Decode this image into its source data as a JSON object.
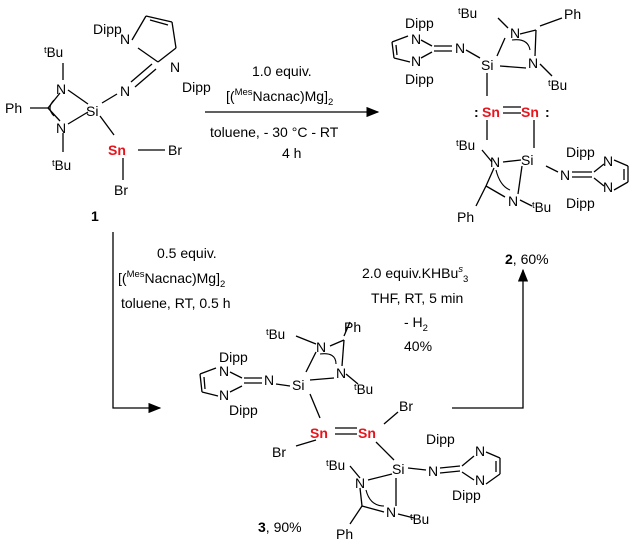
{
  "atoms": {
    "dipp": "Dipp",
    "n": "N",
    "si": "Si",
    "sn": "Sn",
    "br": "Br",
    "ph": "Ph",
    "bu": "Bu",
    "t": "t",
    "colon": ":"
  },
  "compound_1": {
    "label": "1"
  },
  "compound_2": {
    "label_num": "2",
    "label_yield": ", 60%"
  },
  "compound_3": {
    "label_num": "3",
    "label_yield": ", 90%"
  },
  "arrow_1_to_2": {
    "line1": "1.0 equiv.",
    "line2_pre": "[(",
    "line2_sup": "Mes",
    "line2_post": "Nacnac)Mg]",
    "line2_sub": "2",
    "line3": "toluene, - 30 °C - RT",
    "line4": "4 h"
  },
  "arrow_1_to_3": {
    "line1": "0.5 equiv.",
    "line2_pre": "[(",
    "line2_sup": "Mes",
    "line2_post": "Nacnac)Mg]",
    "line2_sub": "2",
    "line3": "toluene, RT, 0.5 h"
  },
  "arrow_3_to_2": {
    "line1_pre": "2.0 equiv.KHBu",
    "line1_sup": "s",
    "line1_sub": "3",
    "line2": "THF, RT, 5 min",
    "line3_pre": "- H",
    "line3_sub": "2",
    "line4": "40%"
  },
  "colors": {
    "tin": "#e8131b",
    "text": "#000000"
  }
}
